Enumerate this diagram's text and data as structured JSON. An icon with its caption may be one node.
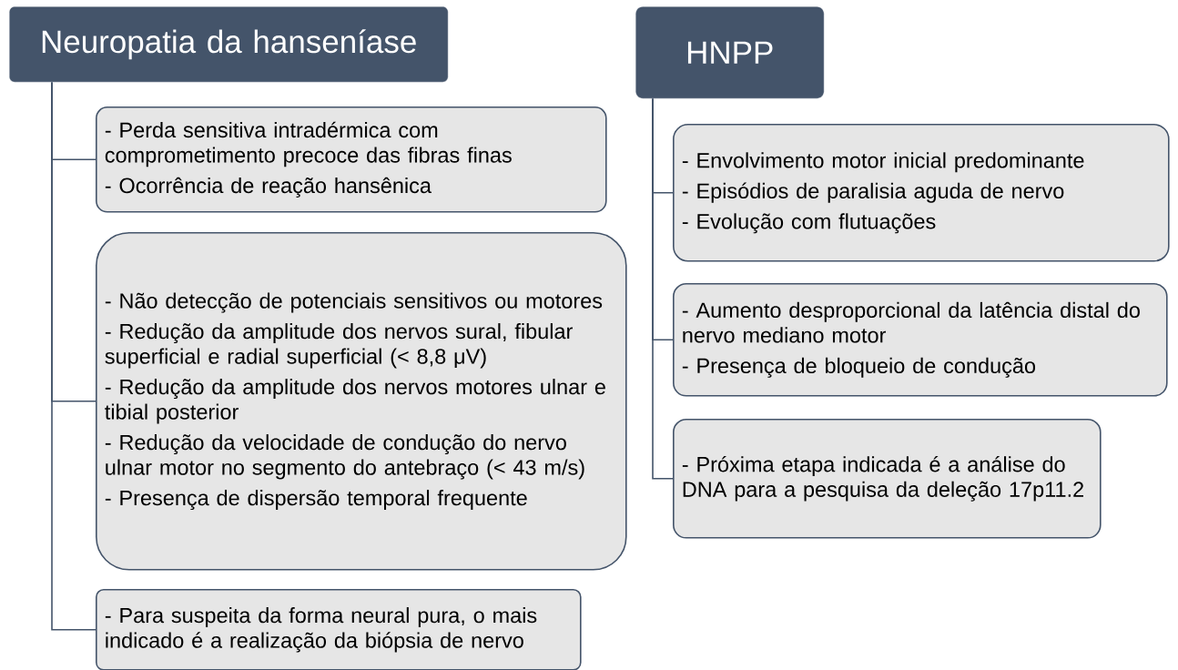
{
  "diagram": {
    "nodes": [
      {
        "text": [
          "Neuropatia da hanseníase"
        ]
      },
      {
        "text": [
          "- Perda sensitiva intradérmica com comprometimento precoce das fibras finas",
          "- Ocorrência de reação hansênica"
        ]
      },
      {
        "text": [
          "- Não detecção de potenciais sensitivos ou motores",
          "- Redução da amplitude dos nervos sural, fibular superficial e radial superficial (< 8,8 μV)",
          "- Redução da amplitude dos nervos motores ulnar e tibial posterior",
          "- Redução da velocidade de condução do nervo ulnar motor no segmento do antebraço (< 43 m/s)",
          "- Presença de dispersão temporal frequente"
        ]
      },
      {
        "text": [
          "- Para suspeita da forma neural pura, o mais indicado é a realização da biópsia de nervo"
        ]
      },
      {
        "text": [
          "HNPP"
        ]
      },
      {
        "text": [
          "- Envolvimento motor inicial predominante",
          "- Episódios de paralisia aguda de nervo",
          "- Evolução com flutuações"
        ]
      },
      {
        "text": [
          "- Aumento desproporcional da latência distal do nervo mediano motor",
          "- Presença de bloqueio de condução"
        ]
      },
      {
        "text": [
          "- Próxima etapa indicada é a análise do DNA para a pesquisa da deleção 17p11.2"
        ]
      }
    ],
    "edges": [
      {
        "from": 0,
        "to": 1,
        "arrow": "none"
      },
      {
        "from": 0,
        "to": 2,
        "arrow": "none"
      },
      {
        "from": 0,
        "to": 3,
        "arrow": "none"
      },
      {
        "from": 4,
        "to": 5,
        "arrow": "none"
      },
      {
        "from": 4,
        "to": 6,
        "arrow": "none"
      },
      {
        "from": 4,
        "to": 7,
        "arrow": "none"
      }
    ]
  }
}
